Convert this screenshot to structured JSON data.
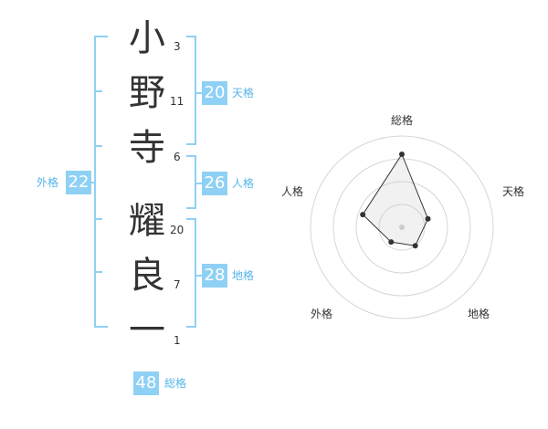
{
  "name": {
    "chars": [
      {
        "char": "小",
        "strokes": "3"
      },
      {
        "char": "野",
        "strokes": "11"
      },
      {
        "char": "寺",
        "strokes": "6"
      },
      {
        "char": "耀",
        "strokes": "20"
      },
      {
        "char": "良",
        "strokes": "7"
      },
      {
        "char": "一",
        "strokes": "1"
      }
    ]
  },
  "fortune": {
    "tenkaku": {
      "label": "天格",
      "value": "20"
    },
    "jinkaku": {
      "label": "人格",
      "value": "26"
    },
    "chikaku": {
      "label": "地格",
      "value": "28"
    },
    "gaikaku": {
      "label": "外格",
      "value": "22"
    },
    "soukaku": {
      "label": "総格",
      "value": "48"
    }
  },
  "colors": {
    "accent": "#8fd0f5",
    "label": "#55b5ea",
    "bracket": "#8fd0f5"
  },
  "chart_data": {
    "type": "radar",
    "axes": [
      "総格",
      "天格",
      "地格",
      "外格",
      "人格"
    ],
    "values": [
      0.8,
      0.3,
      0.25,
      0.2,
      0.45
    ],
    "rings": 4
  }
}
